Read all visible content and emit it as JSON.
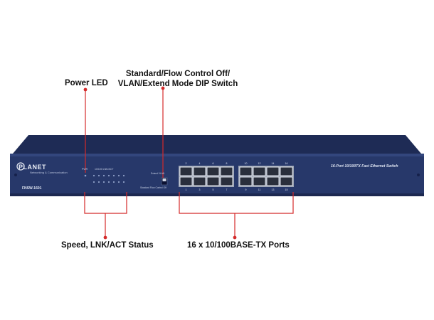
{
  "callouts": {
    "power_led": "Power LED",
    "dip_switch_line1": "Standard/Flow Control Off/",
    "dip_switch_line2": "VLAN/Extend Mode DIP Switch",
    "speed_status": "Speed, LNK/ACT Status",
    "ports": "16 x 10/100BASE-TX Ports"
  },
  "device": {
    "brand": "PLANET",
    "brand_sub": "Networking & Communication",
    "model": "FNSW-1601",
    "product_title": "16-Port 10/100TX Fast Ethernet Switch",
    "led_power_label": "PWR",
    "led_group_label": "10/100 LNK/ACT",
    "dip_top_label": "Extend VLAN",
    "dip_bottom_label": "Standard Flow Control Off",
    "top_port_numbers": [
      "2",
      "4",
      "6",
      "8",
      "10",
      "12",
      "14",
      "16"
    ],
    "bottom_port_numbers": [
      "1",
      "3",
      "5",
      "7",
      "9",
      "11",
      "13",
      "15"
    ]
  },
  "colors": {
    "chassis": "#27386a",
    "chassis_top": "#1e2b55",
    "leader_line": "#d42a2a",
    "port_metal": "#c8ccd4"
  }
}
